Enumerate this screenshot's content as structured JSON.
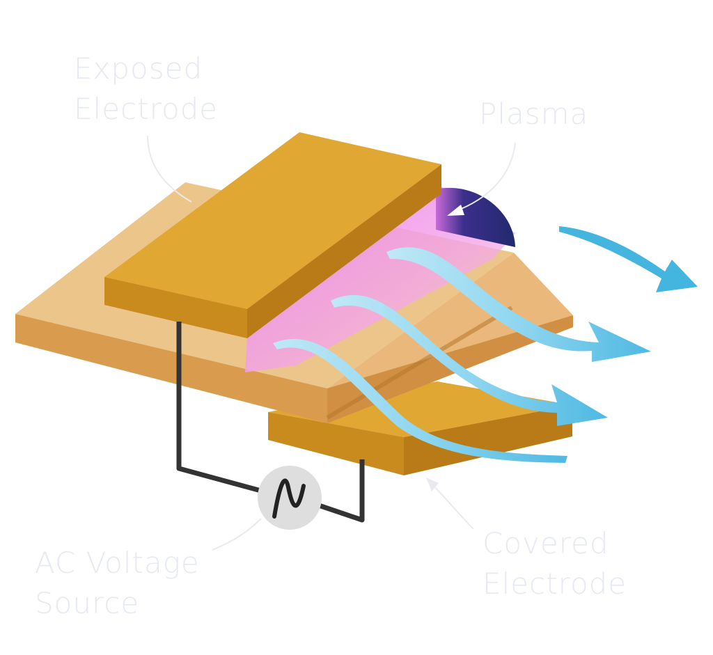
{
  "labels": {
    "exposed_electrode": [
      "Exposed",
      "Electrode"
    ],
    "plasma": "Plasma",
    "covered_electrode": [
      "Covered",
      "Electrode"
    ],
    "ac_voltage_source": [
      "AC Voltage",
      "Source"
    ]
  },
  "colors": {
    "electrode_top": "#e0a832",
    "electrode_side": "#c98a1e",
    "dielectric_top": "#ecc58b",
    "dielectric_side": "#d99c4f",
    "plasma_glow": "#ee7ff0",
    "plasma_core": "#2a2f7a",
    "airflow": "#5fc3e6",
    "wire": "#333333",
    "source": "#dedede",
    "label_text": "#e6e9f1"
  },
  "icons": {
    "source_symbol": "sine-wave-icon",
    "flow_marker": "arrow-icon"
  }
}
